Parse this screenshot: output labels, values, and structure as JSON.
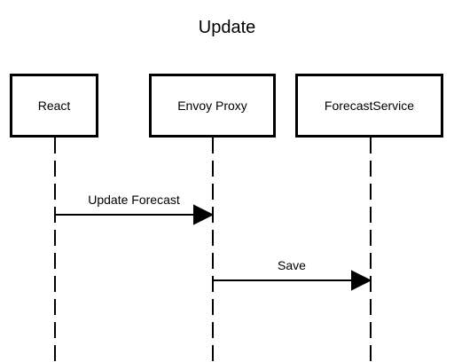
{
  "diagram": {
    "title": "Update",
    "participants": [
      {
        "name": "React"
      },
      {
        "name": "Envoy Proxy"
      },
      {
        "name": "ForecastService"
      }
    ],
    "messages": [
      {
        "from": "React",
        "to": "Envoy Proxy",
        "label": "Update Forecast"
      },
      {
        "from": "Envoy Proxy",
        "to": "ForecastService",
        "label": "Save"
      }
    ]
  }
}
